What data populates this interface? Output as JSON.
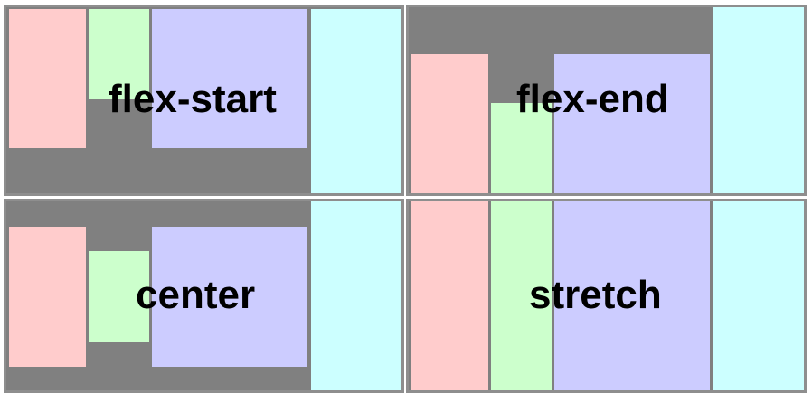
{
  "colors": {
    "background": "#ffffff",
    "container": "#808080",
    "border": "#8e8e8e",
    "item1": "#ffcccc",
    "item2": "#ccffcc",
    "item3": "#ccccff",
    "item4": "#ccffff"
  },
  "panels": [
    {
      "id": "flex-start",
      "label": "flex-start"
    },
    {
      "id": "flex-end",
      "label": "flex-end"
    },
    {
      "id": "center",
      "label": "center"
    },
    {
      "id": "stretch",
      "label": "stretch"
    }
  ]
}
